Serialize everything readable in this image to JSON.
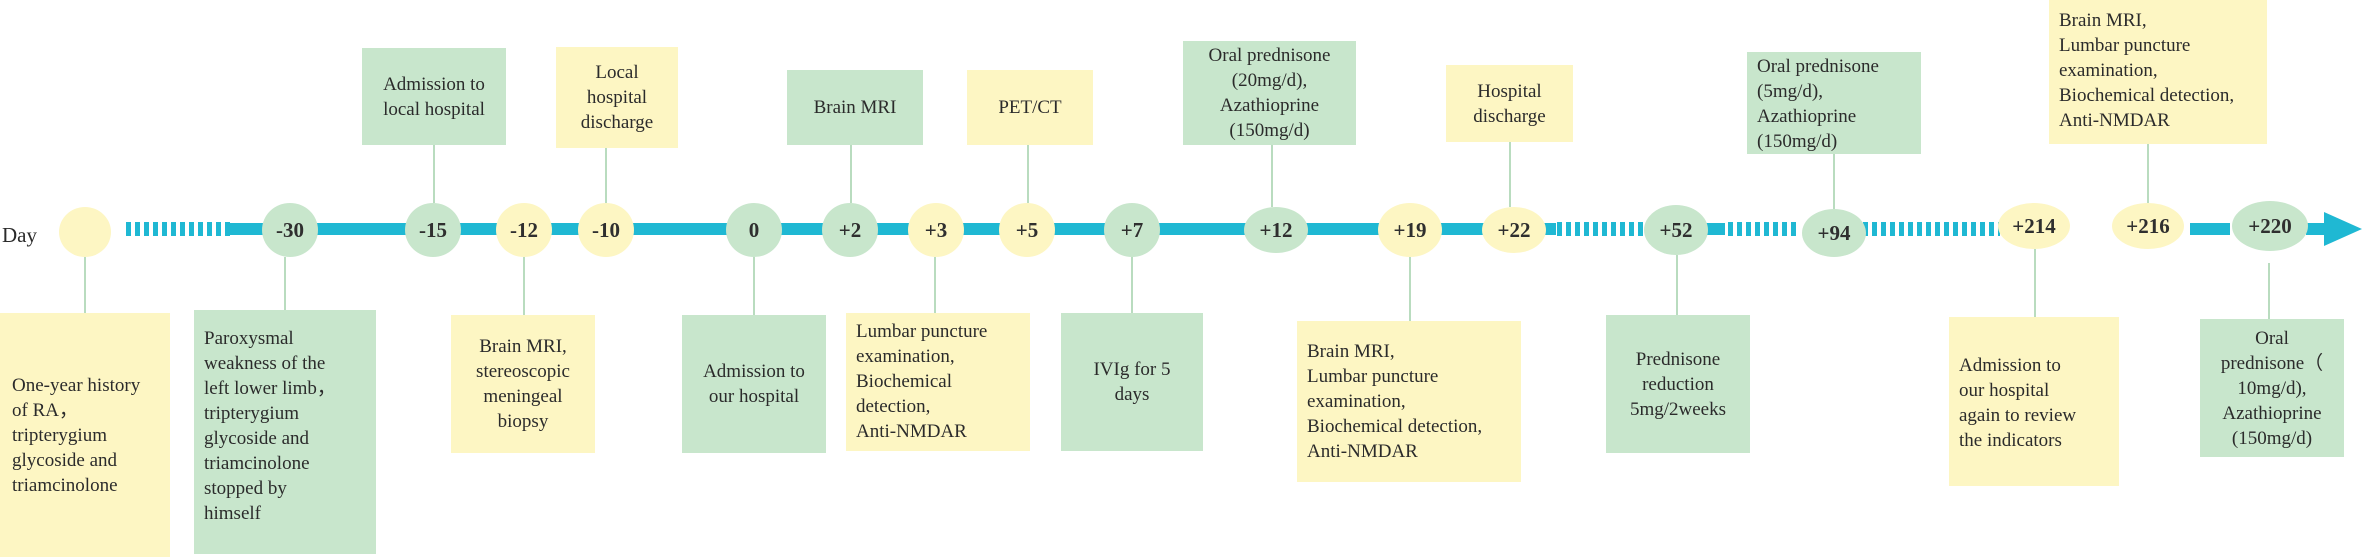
{
  "axis_label": "Day",
  "days": [
    "-30",
    "-15",
    "-12",
    "-10",
    "0",
    "+2",
    "+3",
    "+5",
    "+7",
    "+12",
    "+19",
    "+22",
    "+52",
    "+94",
    "+214",
    "+216",
    "+220"
  ],
  "events_above": {
    "admission_local": "Admission to\nlocal hospital",
    "local_discharge": "Local\nhospital\ndischarge",
    "brain_mri": "Brain MRI",
    "pet_ct": "PET/CT",
    "oral_pred_20": "Oral prednisone\n(20mg/d),\nAzathioprine\n(150mg/d)",
    "hospital_discharge": "Hospital\ndischarge",
    "oral_pred_5": "Oral prednisone\n(5mg/d),\nAzathioprine\n(150mg/d)",
    "review_216": "Brain MRI,\nLumbar puncture\nexamination,\nBiochemical detection,\nAnti-NMDAR"
  },
  "events_below": {
    "history": "One-year history\nof RA，\ntripterygium\nglycoside and\ntriamcinolone",
    "paroxysmal": "Paroxysmal\nweakness of the\nleft lower limb，\ntripterygium\nglycoside and\ntriamcinolone\nstopped by\nhimself",
    "biopsy": "Brain MRI,\nstereoscopic\nmeningeal\nbiopsy",
    "admission_ours": "Admission to\nour hospital",
    "lumbar_3": "Lumbar puncture\nexamination,\nBiochemical\ndetection,\nAnti-NMDAR",
    "ivig": "IVIg for 5\ndays",
    "review_19": "Brain MRI,\nLumbar puncture\nexamination,\nBiochemical detection,\nAnti-NMDAR",
    "pred_reduction": "Prednisone\nreduction\n5mg/2weeks",
    "readmission": "Admission to\nour hospital\nagain to review\nthe indicators",
    "oral_pred_10": "Oral\nprednisone（\n10mg/d),\nAzathioprine\n(150mg/d)"
  },
  "colors": {
    "timeline": "#1fb8d3",
    "green": "#c8e6cc",
    "yellow": "#fdf6c3"
  }
}
